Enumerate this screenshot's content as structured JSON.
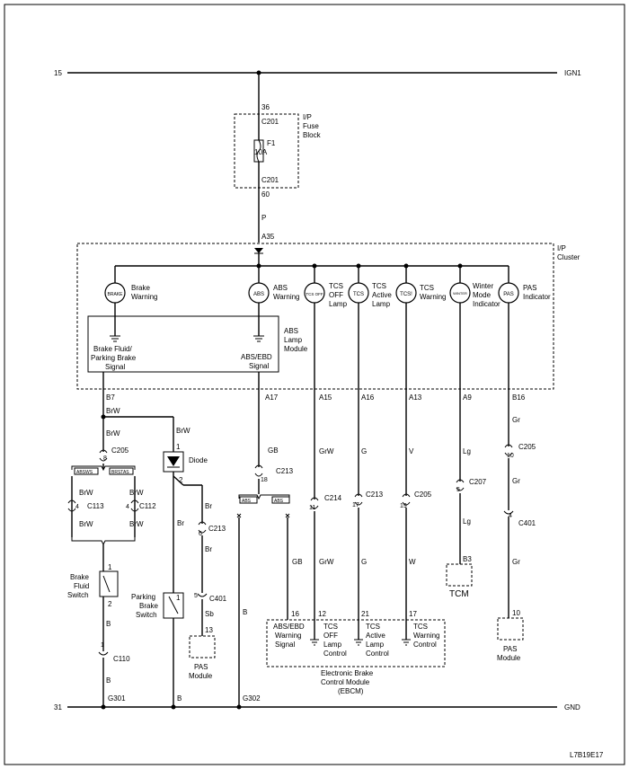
{
  "rails": {
    "top_left": "15",
    "top_right": "IGN1",
    "bottom_left": "31",
    "bottom_right": "GND"
  },
  "fuse": {
    "pin_in": "36",
    "conn_in": "C201",
    "name": "F1",
    "rating": "10A",
    "conn_out": "C201",
    "pin_out": "60",
    "wire": "P",
    "block_label": [
      "I/P",
      "Fuse",
      "Block"
    ]
  },
  "cluster": {
    "entry_pin": "A35",
    "label": [
      "I/P",
      "Cluster"
    ],
    "lamps": [
      {
        "icon": "BRAKE",
        "label": [
          "Brake",
          "Warning"
        ]
      },
      {
        "icon": "ABS",
        "label": [
          "ABS",
          "Warning"
        ]
      },
      {
        "icon": "TCS OFF",
        "label": [
          "TCS",
          "OFF",
          "Lamp"
        ]
      },
      {
        "icon": "TCS",
        "label": [
          "TCS",
          "Active",
          "Lamp"
        ]
      },
      {
        "icon": "TCS!",
        "label": [
          "TCS",
          "Warning"
        ]
      },
      {
        "icon": "WINTER",
        "label": [
          "Winter",
          "Mode",
          "Indicator"
        ]
      },
      {
        "icon": "PAS",
        "label": [
          "PAS",
          "Indicator"
        ]
      }
    ],
    "module_label": [
      "ABS",
      "Lamp",
      "Module"
    ],
    "brake_signal": [
      "Brake Fluid/",
      "Parking Brake",
      "Signal"
    ],
    "ebd_signal": [
      "ABS/EBD",
      "Signal"
    ],
    "pins": [
      "B7",
      "A17",
      "A15",
      "A16",
      "A13",
      "A9",
      "B16"
    ]
  },
  "wires": {
    "b7_a": "BrW",
    "b7_b": "BrW",
    "b7_left": "BrW",
    "b7_right": "BrW",
    "a17": "GB",
    "a17_b": "GB",
    "a15": "GrW",
    "a15_b": "GrW",
    "a16": "G",
    "a16_b": "G",
    "a13": "V",
    "a13_b": "W",
    "a9": "Lg",
    "a9_b": "Lg",
    "b16": "Gr",
    "b16_b": "Gr",
    "b16_c": "Gr",
    "diode_out": "Br",
    "diode_b": "Br",
    "pas_sb": "Sb",
    "sw_b": "B",
    "sw_b2": "B",
    "pk_b": "B",
    "g302_b": "B",
    "g301_b": "B"
  },
  "connectors": {
    "c205_8": {
      "pin": "8",
      "name": "C205"
    },
    "c113": {
      "pin": "4",
      "name": "C113"
    },
    "c112": {
      "pin": "4",
      "name": "C112"
    },
    "c213_18": {
      "pin": "18",
      "name": "C213"
    },
    "c214": {
      "pin": "11",
      "name": "C214"
    },
    "c213_17": {
      "pin": "17",
      "name": "C213"
    },
    "c205_19": {
      "pin": "19",
      "name": "C205"
    },
    "c207": {
      "pin": "5",
      "name": "C207"
    },
    "c205_10": {
      "pin": "10",
      "name": "C205"
    },
    "c401": {
      "pin": "4",
      "name": "C401"
    },
    "c213_6": {
      "pin": "6",
      "name": "C213"
    },
    "c401_5": {
      "pin": "5",
      "name": "C401"
    },
    "c110": {
      "pin": "1",
      "name": "C110"
    }
  },
  "tags": {
    "absws": "ABSWS",
    "brstas": "BRSTAS",
    "abs1": "ABS",
    "abs2": "ABS"
  },
  "diode": {
    "label": "Diode",
    "pin1": "1",
    "pin2": "2"
  },
  "fluid_switch": {
    "label": [
      "Brake",
      "Fluid",
      "Switch"
    ],
    "pin1": "1",
    "pin2": "2"
  },
  "park_switch": {
    "label": [
      "Parking",
      "Brake",
      "Switch"
    ],
    "pin1": "1"
  },
  "tcm": {
    "pin": "B3",
    "label": "TCM"
  },
  "pas_module": {
    "pin": "10",
    "label": [
      "PAS",
      "Module"
    ]
  },
  "pas_module2": {
    "pin": "13",
    "label": [
      "PAS",
      "Module"
    ]
  },
  "ebcm": {
    "label": [
      "Electronic Brake",
      "Control Module",
      "(EBCM)"
    ],
    "pins": [
      {
        "pin": "16",
        "label": [
          "ABS/EBD",
          "Warning",
          "Signal"
        ]
      },
      {
        "pin": "12",
        "label": [
          "TCS",
          "OFF",
          "Lamp",
          "Control"
        ]
      },
      {
        "pin": "21",
        "label": [
          "TCS",
          "Active",
          "Lamp",
          "Control"
        ]
      },
      {
        "pin": "17",
        "label": [
          "TCS",
          "Warning",
          "Control"
        ]
      }
    ]
  },
  "grounds": {
    "g301": "G301",
    "g302": "G302",
    "b": "B"
  },
  "figure_code": "L7B19E17"
}
